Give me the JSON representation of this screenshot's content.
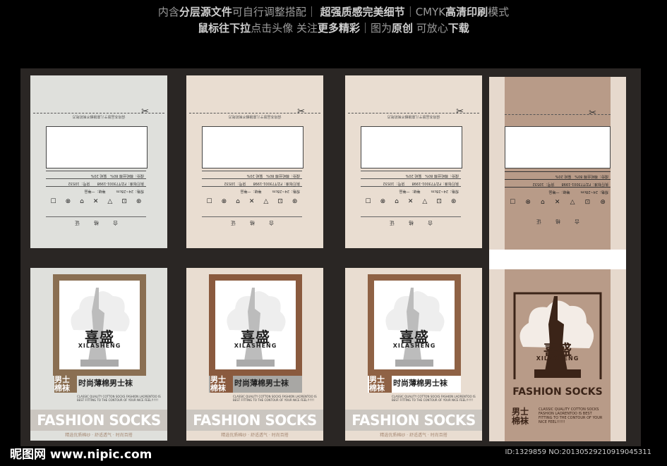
{
  "header": {
    "line1_parts": [
      "内含",
      "分层源文件",
      "可自行调整搭配",
      "｜ ",
      "超强质感完美细节",
      "｜CMYK",
      "高清印刷",
      "模式"
    ],
    "line2_parts": [
      "鼠标往下拉",
      "点击头像 关注",
      "更多精彩",
      "｜图为",
      "原创",
      " 可放心",
      "下载"
    ]
  },
  "tag": {
    "note": "请将本品放于儿童接触不到的地方",
    "spec_rows": [
      "规格：24~28cm　　　等级：一等品",
      "执行标准：FZ/T73001-1998　　货号：10532",
      "成份：棉纶丝棉 80%　氨纶 20%"
    ],
    "care_icons": [
      "☐",
      "⊗",
      "⌂",
      "✕",
      "△",
      "⊡",
      "⊛"
    ],
    "cert": [
      "合",
      "格",
      "证"
    ]
  },
  "brand": {
    "name_cn": "喜盛",
    "name_py": "XILASHENG",
    "badge_cn": [
      "男士",
      "棉袜"
    ],
    "title": "时尚薄棉男士袜",
    "desc": "CLASSIC QUALITY COTTON SOCKS FASHION LAORENTOO IS BEST FITTING TO THE CONTOUR OF YOUR NICE FEEL!!!!!!",
    "fashion": "FASHION SOCKS",
    "slogan": "精选优质棉纱 · 舒适透气 · 时尚百搭"
  },
  "panels": [
    {
      "top_bg": "#dfe0dc",
      "bot_bg": "#dfe0dc",
      "frame": "#8a6f52",
      "badge_bg": "#8a6f52",
      "fs_color": "#ffffff",
      "badge_text": "#ffffff"
    },
    {
      "top_bg": "#e9ddd1",
      "bot_bg": "#e9ddd1",
      "frame": "#8a5a3e",
      "badge_bg": "#a8a7a4",
      "fs_color": "#ffffff",
      "badge_text": "#222222"
    },
    {
      "top_bg": "#e9ddd1",
      "bot_bg": "#e9ddd1",
      "frame": "#8f6245",
      "badge_bg": "#ffffff",
      "fs_color": "#ffffff",
      "badge_text": "#222222"
    },
    {
      "top_bg": "#b89b88",
      "bot_bg": "#b89b88"
    }
  ],
  "footer": {
    "watermark": "昵图网 www.nipic.com",
    "image_id": "ID:1329859 NO:20130529210919045311"
  }
}
